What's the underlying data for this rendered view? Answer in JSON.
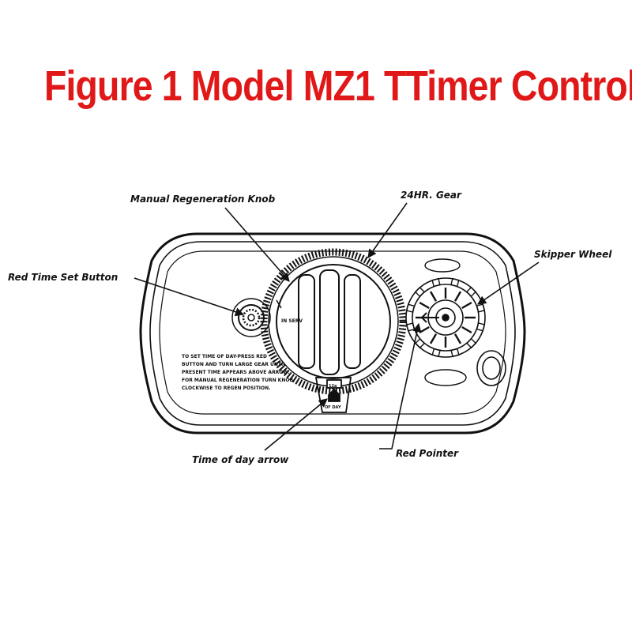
{
  "title": "Figure 1  Model MZ1 TTimer Control",
  "colors": {
    "title": "#e01818",
    "line": "#111111"
  },
  "labels": {
    "manual_knob": "Manual Regeneration Knob",
    "gear_24hr": "24HR. Gear",
    "skipper_wheel": "Skipper Wheel",
    "red_button": "Red Time Set Button",
    "time_arrow": "Time of day arrow",
    "red_pointer": "Red Pointer"
  },
  "panel": {
    "instructions": [
      "TO SET TIME OF DAY-PRESS RED",
      "BUTTON AND TURN LARGE GEAR UNTIL",
      "PRESENT TIME APPEARS ABOVE ARROW.",
      "FOR MANUAL REGENERATION TURN KNOB",
      "CLOCKWISE TO REGEN POSITION."
    ],
    "knob_text": "IN SERV",
    "noon_mark": "12a",
    "day_mark": "OF DAY"
  }
}
